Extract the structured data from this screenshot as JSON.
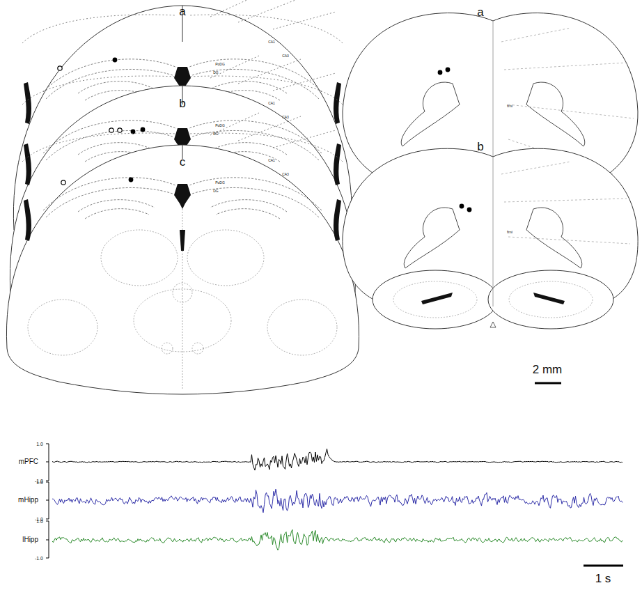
{
  "diagram": {
    "labels": [
      "a",
      "b",
      "c",
      "CA1",
      "CA3",
      "PoDG",
      "DG",
      "CA1",
      "CA3",
      "PoDG",
      "DG",
      "CA1",
      "CA3",
      "PoDG",
      "DG",
      "a",
      "fmi",
      "b",
      "fmi",
      "2 mm",
      "mPFC",
      "1.0",
      "-1.0",
      "mHipp",
      "1.0",
      "-1.0",
      "lHipp",
      "1.0",
      "-1.0",
      "1 s"
    ]
  }
}
